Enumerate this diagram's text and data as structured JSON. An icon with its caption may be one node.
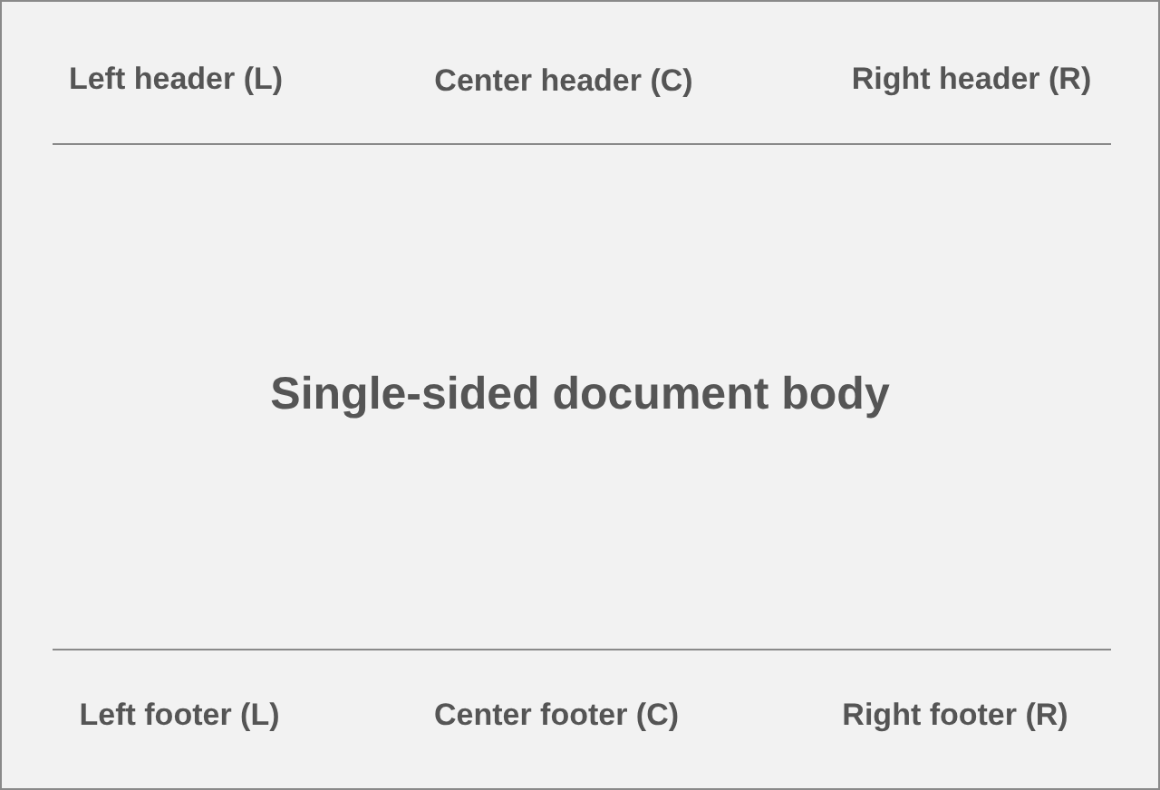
{
  "diagram": {
    "labels": [
      "Left header (L)",
      "Center header (C)",
      "Right header (R)",
      "Single-sided document body",
      "Left footer (L)",
      "Center footer (C)",
      "Right footer (R)"
    ]
  }
}
